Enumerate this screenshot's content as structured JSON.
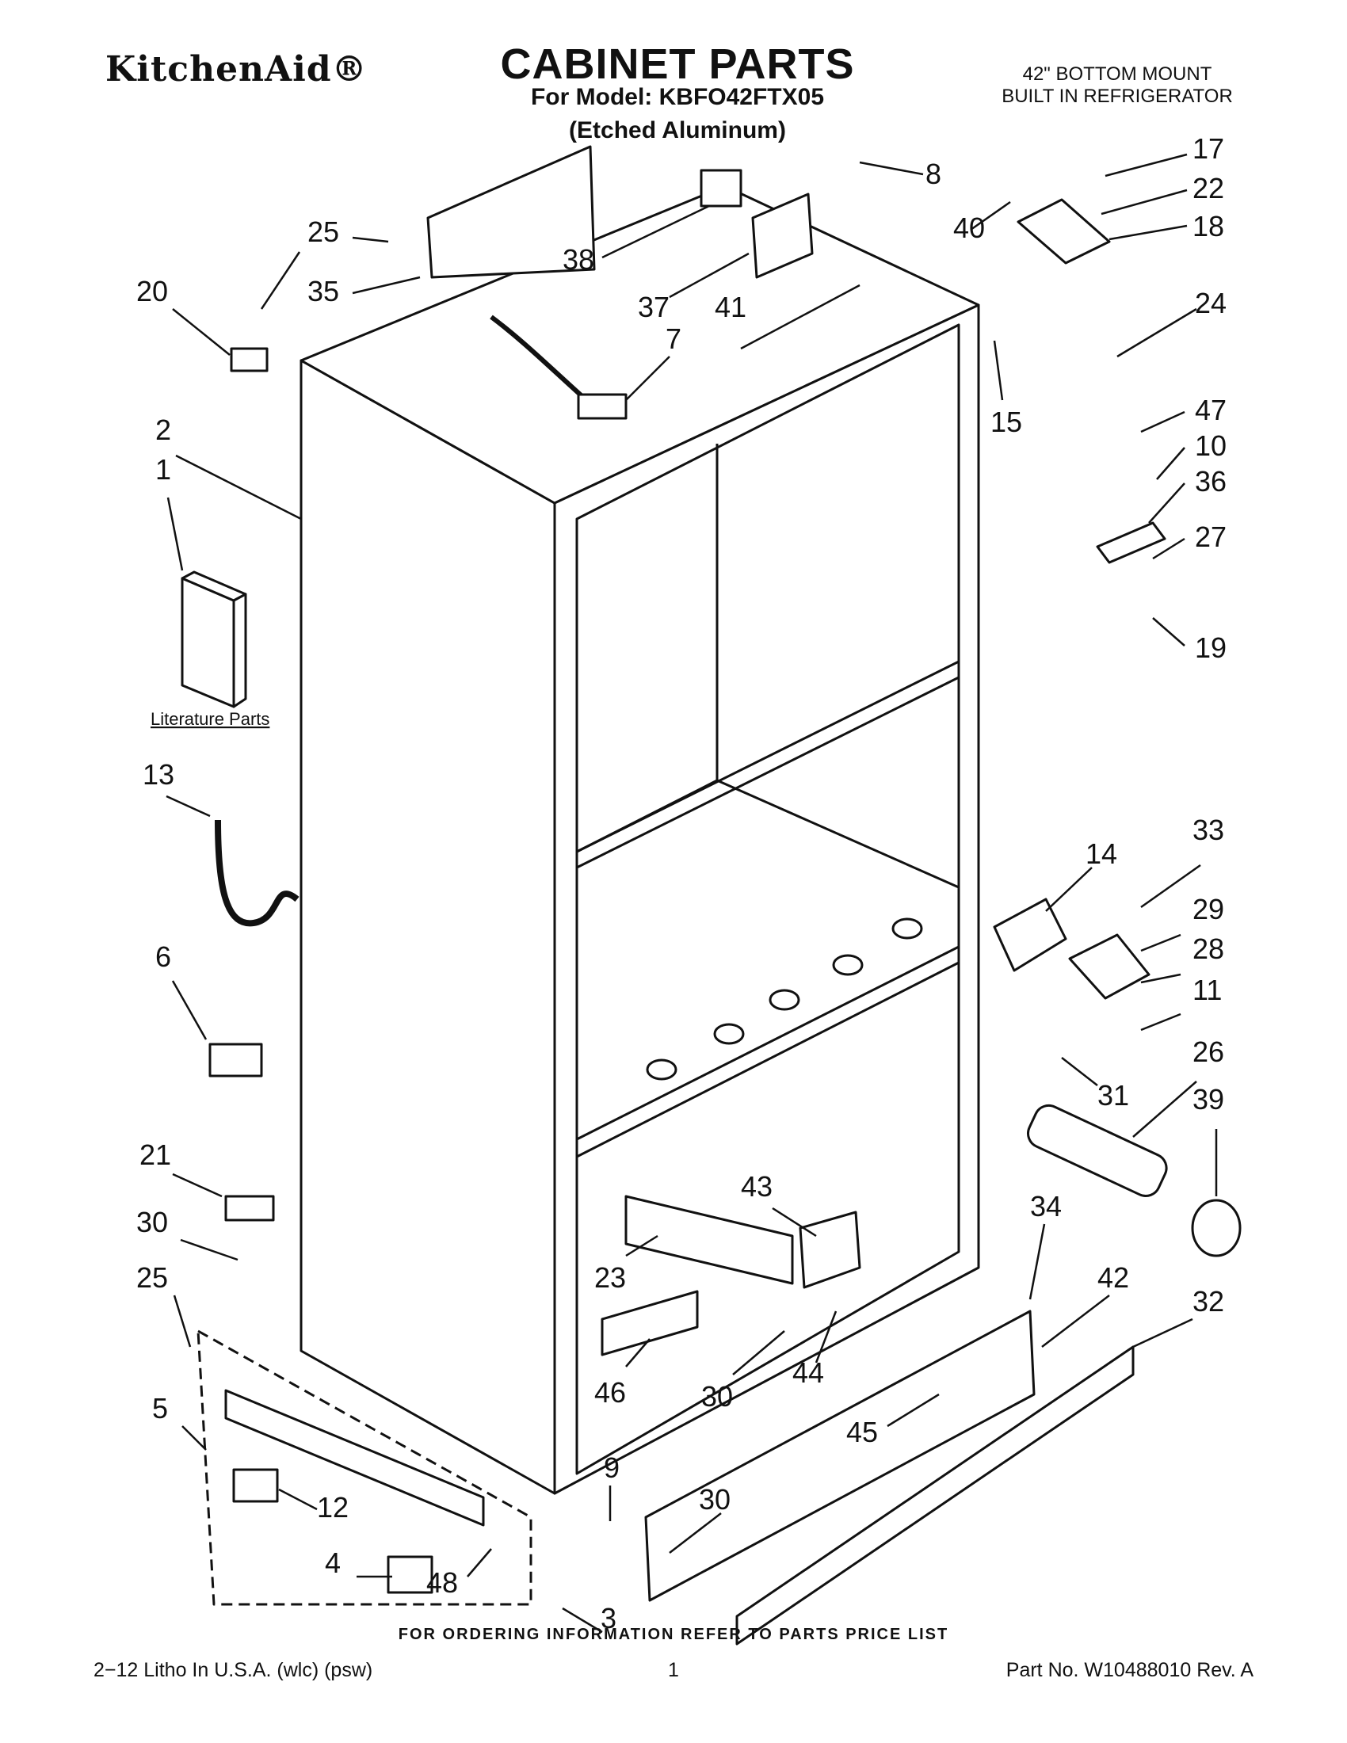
{
  "header": {
    "brand": "KitchenAid®",
    "title": "CABINET PARTS",
    "subtitle": "For Model: KBFO42FTX05",
    "variant": "(Etched Aluminum)",
    "product_line1": "42\" BOTTOM MOUNT",
    "product_line2": "BUILT IN REFRIGERATOR"
  },
  "diagram": {
    "literature_label": "Literature Parts",
    "callouts": [
      "25",
      "35",
      "20",
      "2",
      "1",
      "13",
      "6",
      "21",
      "30",
      "25",
      "5",
      "12",
      "4",
      "48",
      "3",
      "9",
      "30",
      "38",
      "37",
      "7",
      "41",
      "8",
      "40",
      "17",
      "22",
      "18",
      "24",
      "15",
      "47",
      "10",
      "36",
      "27",
      "19",
      "14",
      "33",
      "29",
      "28",
      "11",
      "31",
      "26",
      "39",
      "34",
      "42",
      "32",
      "43",
      "23",
      "46",
      "30",
      "44",
      "45"
    ]
  },
  "footer": {
    "note": "FOR ORDERING INFORMATION REFER TO PARTS PRICE LIST",
    "left": "2−12 Litho In U.S.A. (wlc) (psw)",
    "center": "1",
    "right": "Part No. W10488010 Rev. A"
  }
}
